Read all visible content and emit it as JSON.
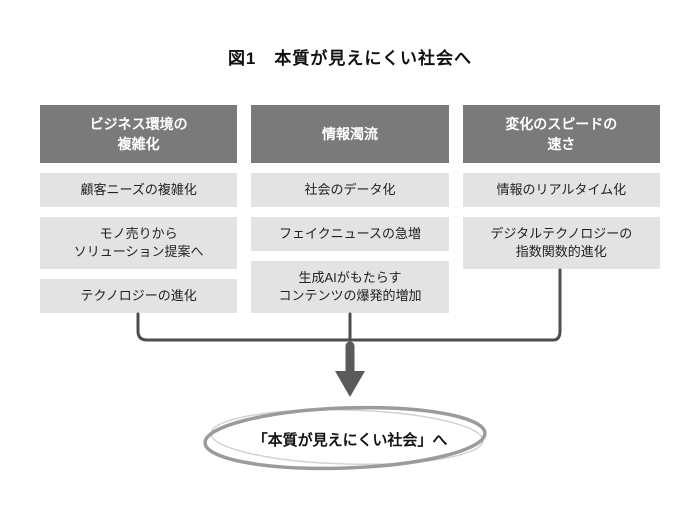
{
  "figure": {
    "title": "図1　本質が見えにくい社会へ",
    "conclusion": "「本質が見えにくい社会」へ"
  },
  "columns": [
    {
      "header": "ビジネス環境の\n複雑化",
      "items": [
        "顧客ニーズの複雑化",
        "モノ売りから\nソリューション提案へ",
        "テクノロジーの進化"
      ]
    },
    {
      "header": "情報濁流",
      "items": [
        "社会のデータ化",
        "フェイクニュースの急増",
        "生成AIがもたらす\nコンテンツの爆発的増加"
      ]
    },
    {
      "header": "変化のスピードの\n速さ",
      "items": [
        "情報のリアルタイム化",
        "デジタルテクノロジーの\n指数関数的進化"
      ]
    }
  ],
  "colors": {
    "header_bg": "#7a7a7a",
    "item_bg": "#e3e3e3",
    "connector_line": "#4d4d4d",
    "arrow": "#5a5a5a",
    "ellipse_stroke": "#9b9b9b"
  }
}
